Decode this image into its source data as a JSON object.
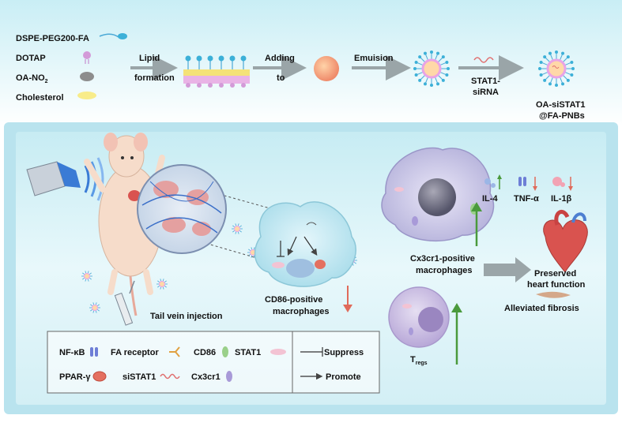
{
  "legend_top": {
    "dspe": "DSPE-PEG200-FA",
    "dotap": "DOTAP",
    "oano2_base": "OA-NO",
    "oano2_sub": "2",
    "cholesterol": "Cholesterol"
  },
  "flow": {
    "lipid_1": "Lipid",
    "lipid_2": "formation",
    "adding_1": "Adding",
    "adding_2": "to",
    "emulsion": "Emuision",
    "sirna_1": "STAT1-",
    "sirna_2": "siRNA",
    "product_1": "OA-siSTAT1",
    "product_2": "@FA-PNBs"
  },
  "main": {
    "tail_vein": "Tail vein injection",
    "cd86_1": "CD86-positive",
    "cd86_2": "macrophages",
    "cx3_1": "Cx3cr1-positive",
    "cx3_2": "macrophages",
    "treg_base": "T",
    "treg_sub": "regs",
    "il4": "IL-4",
    "tnf": "TNF-α",
    "il1b": "IL-1β",
    "heart_1": "Preserved",
    "heart_2": "heart function",
    "fibrosis": "Alleviated fibrosis"
  },
  "key": {
    "nfkb": "NF-κB",
    "fa_receptor": "FA receptor",
    "cd86": "CD86",
    "stat1": "STAT1",
    "pparg": "PPAR-γ",
    "sistat1": "siSTAT1",
    "cx3cr1": "Cx3cr1",
    "suppress": "Suppress",
    "promote": "Promote"
  },
  "colors": {
    "panel_bg": "#d6f1f6",
    "frame": "#b9e3ee",
    "arrow_gray": "#9aa5a8",
    "up_green": "#4a9a3c",
    "down_red": "#e06a5a"
  }
}
